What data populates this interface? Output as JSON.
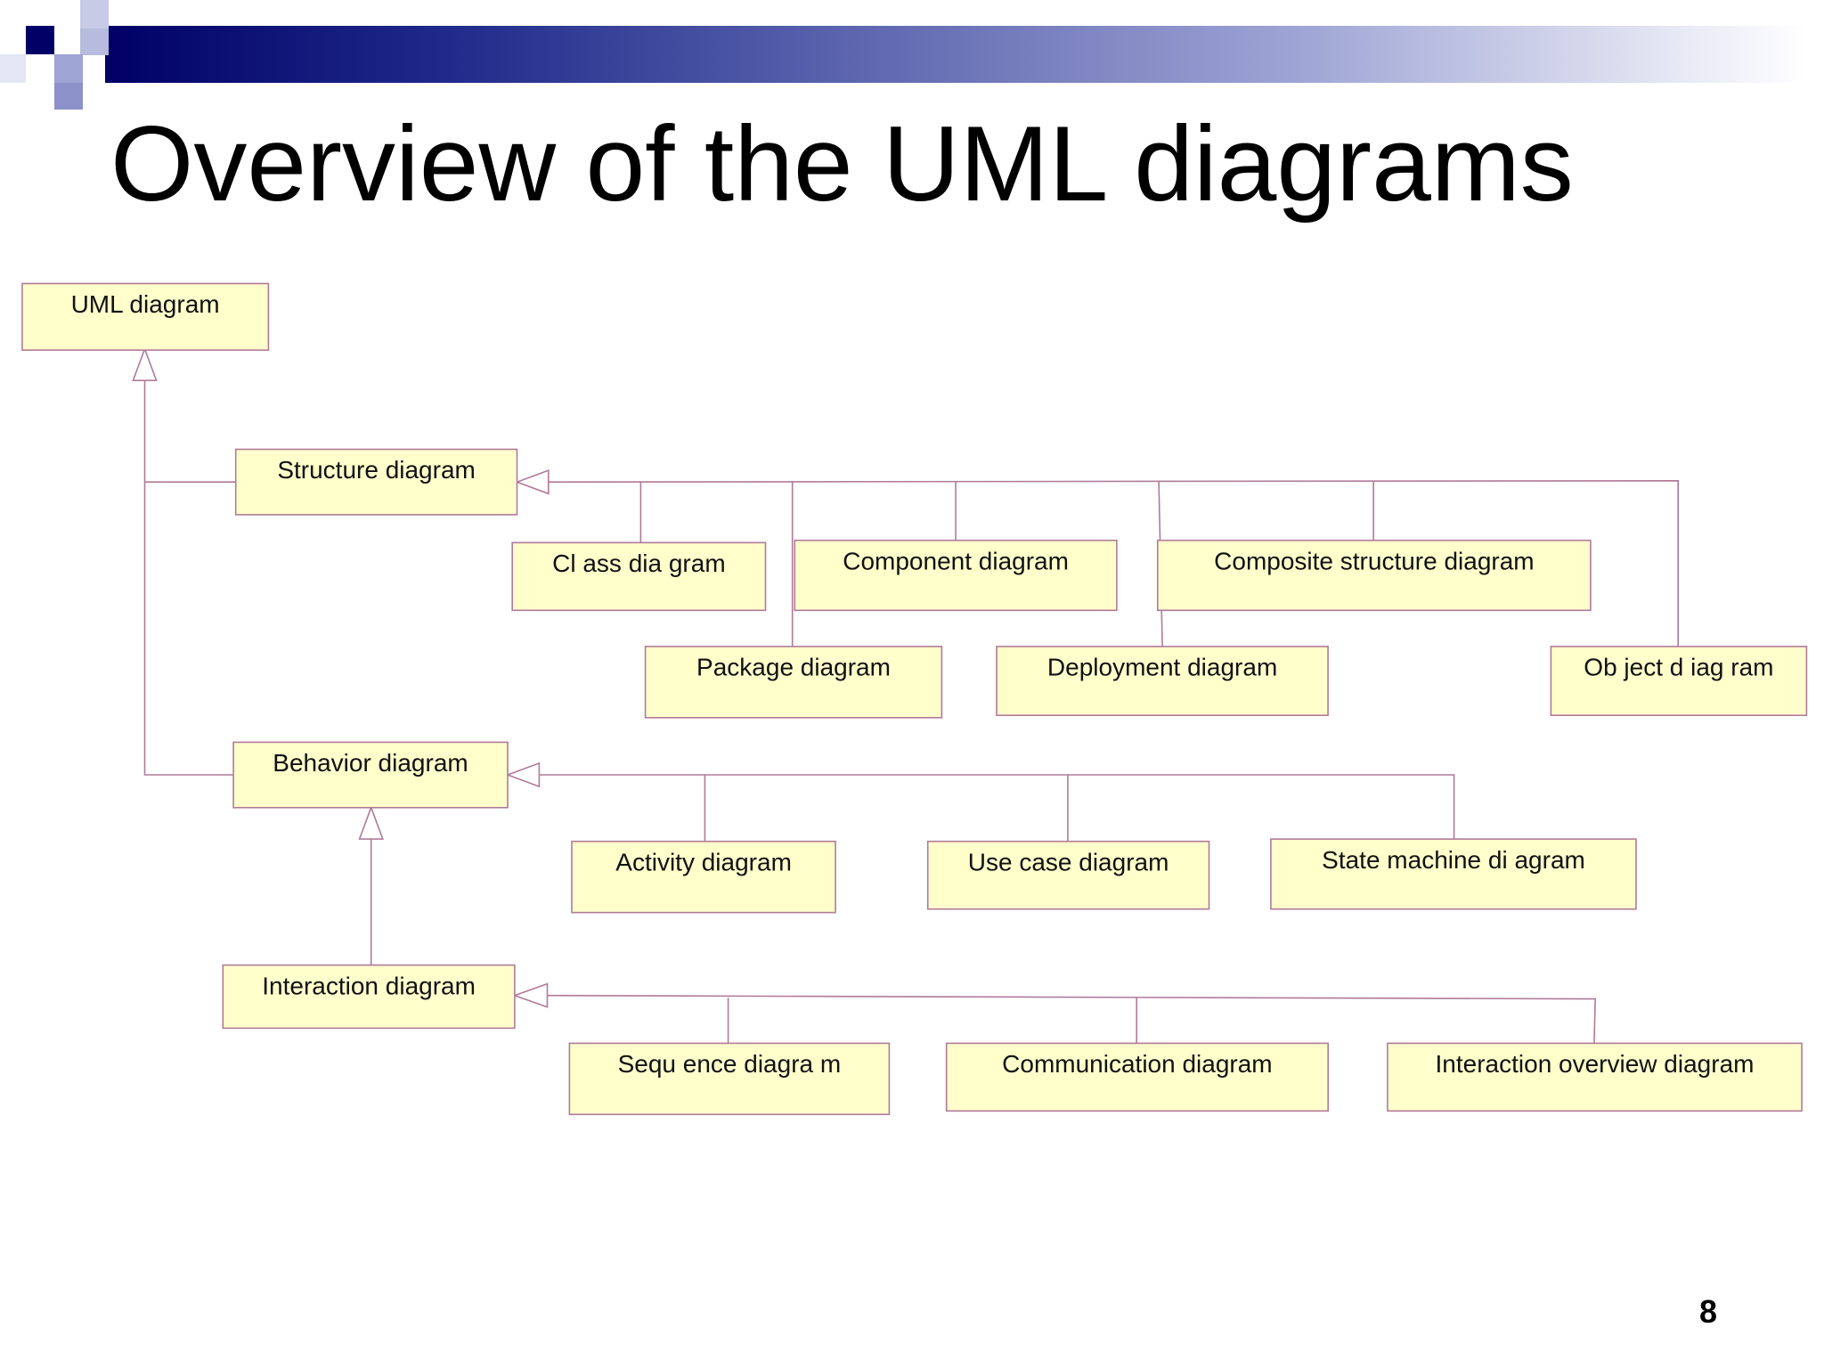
{
  "slide": {
    "title": "Overview of the UML diagrams",
    "page_number": "8"
  },
  "colors": {
    "node_fill": "#ffffcc",
    "node_stroke": "#b07a99",
    "connector": "#b07a99",
    "header_dark": "#000066"
  },
  "diagram": {
    "nodes": [
      {
        "id": "uml",
        "label": "UML diagram"
      },
      {
        "id": "structure",
        "label": "Structure diagram"
      },
      {
        "id": "class",
        "label": "Cl ass dia gram"
      },
      {
        "id": "component",
        "label": "Component diagram"
      },
      {
        "id": "composite",
        "label": "Composite structure diagram"
      },
      {
        "id": "package",
        "label": "Package diagram"
      },
      {
        "id": "deployment",
        "label": "Deployment diagram"
      },
      {
        "id": "object",
        "label": "Ob ject d iag ram"
      },
      {
        "id": "behavior",
        "label": "Behavior diagram"
      },
      {
        "id": "activity",
        "label": "Activity diagram"
      },
      {
        "id": "usecase",
        "label": "Use case diagram"
      },
      {
        "id": "statemachine",
        "label": "State machine di agram"
      },
      {
        "id": "interaction",
        "label": "Interaction diagram"
      },
      {
        "id": "sequence",
        "label": "Sequ ence diagra m"
      },
      {
        "id": "communication",
        "label": "Communication diagram"
      },
      {
        "id": "interactionoverview",
        "label": "Interaction overview diagram"
      }
    ],
    "edges": [
      {
        "from": "structure",
        "to": "uml",
        "type": "generalization"
      },
      {
        "from": "behavior",
        "to": "uml",
        "type": "generalization"
      },
      {
        "from": "class",
        "to": "structure",
        "type": "generalization"
      },
      {
        "from": "component",
        "to": "structure",
        "type": "generalization"
      },
      {
        "from": "composite",
        "to": "structure",
        "type": "generalization"
      },
      {
        "from": "package",
        "to": "structure",
        "type": "generalization"
      },
      {
        "from": "deployment",
        "to": "structure",
        "type": "generalization"
      },
      {
        "from": "object",
        "to": "structure",
        "type": "generalization"
      },
      {
        "from": "activity",
        "to": "behavior",
        "type": "generalization"
      },
      {
        "from": "usecase",
        "to": "behavior",
        "type": "generalization"
      },
      {
        "from": "statemachine",
        "to": "behavior",
        "type": "generalization"
      },
      {
        "from": "interaction",
        "to": "behavior",
        "type": "generalization"
      },
      {
        "from": "sequence",
        "to": "interaction",
        "type": "generalization"
      },
      {
        "from": "communication",
        "to": "interaction",
        "type": "generalization"
      },
      {
        "from": "interactionoverview",
        "to": "interaction",
        "type": "generalization"
      }
    ]
  }
}
